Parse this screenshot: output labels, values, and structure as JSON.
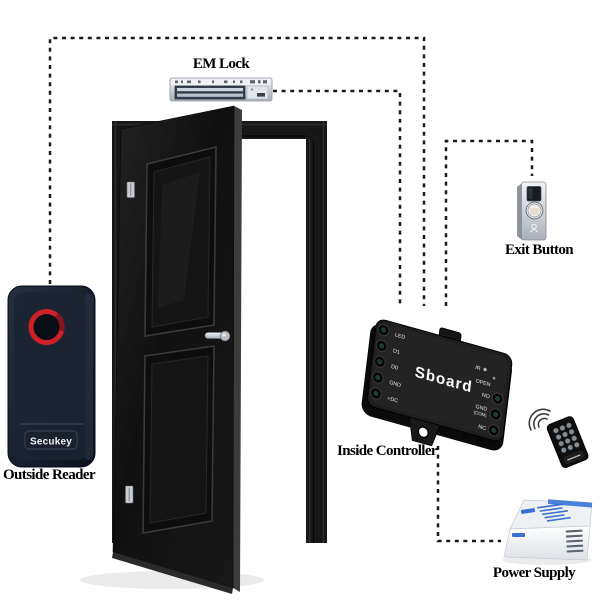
{
  "labels": {
    "em_lock": "EM Lock",
    "exit_button": "Exit Button",
    "inside_controller": "Inside Controller",
    "power_supply": "Power Supply",
    "outside_reader": "Outside Reader"
  },
  "devices": {
    "outside_reader": {
      "brand": "Secukey"
    },
    "controller": {
      "name": "Sboard",
      "left_terminals": [
        "LED",
        "D1",
        "D0",
        "GND",
        "+DC"
      ],
      "ir_label": "IR",
      "open_label": "OPEN",
      "right_terminals": [
        "NO",
        "GND",
        "NC"
      ],
      "com_label": "(COM)"
    }
  },
  "colors": {
    "background": "#ffffff",
    "connection_line": "#1b1b1b",
    "label_text": "#000000",
    "reader_ring_red": "#cf1f28",
    "power_supply_blue": "#3a6fd0",
    "door_black": "#121212"
  }
}
